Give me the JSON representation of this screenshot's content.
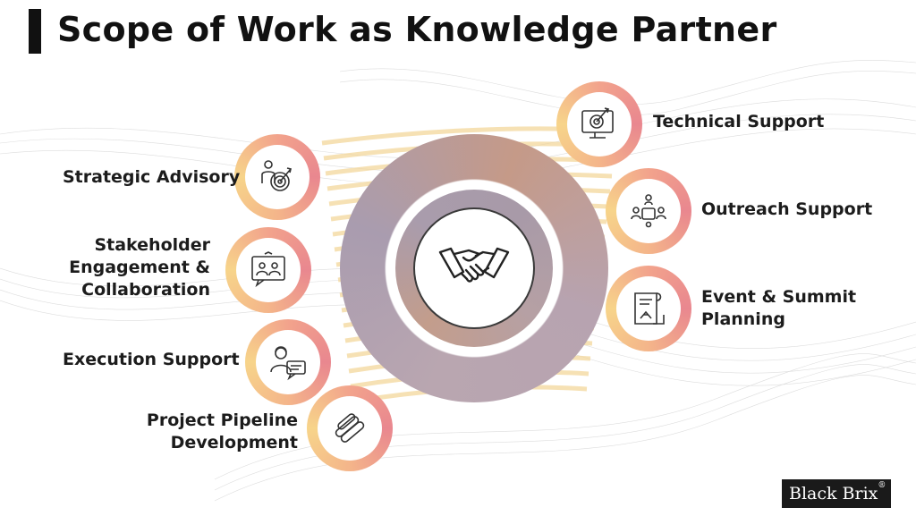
{
  "title": "Scope of Work as Knowledge Partner",
  "colors": {
    "accent_pink": "#e9878f",
    "accent_yellow": "#f7d48a",
    "ring_gray": "#a99cac",
    "text": "#1c1c1c"
  },
  "center": {
    "icon": "handshake-icon"
  },
  "left_items": [
    {
      "lines": [
        "Strategic Advisory"
      ],
      "icon": "target-person-icon"
    },
    {
      "lines": [
        "Stakeholder",
        "Engagement &",
        "Collaboration"
      ],
      "icon": "collaboration-icon"
    },
    {
      "lines": [
        "Execution Support"
      ],
      "icon": "support-chat-icon"
    },
    {
      "lines": [
        "Project Pipeline",
        "Development"
      ],
      "icon": "pipeline-icon"
    }
  ],
  "right_items": [
    {
      "lines": [
        "Technical Support"
      ],
      "icon": "monitor-target-icon"
    },
    {
      "lines": [
        "Outreach Support"
      ],
      "icon": "people-network-icon"
    },
    {
      "lines": [
        "Event & Summit",
        "Planning"
      ],
      "icon": "event-scroll-icon"
    }
  ],
  "logo": {
    "text": "Black Brix",
    "mark": "®"
  }
}
